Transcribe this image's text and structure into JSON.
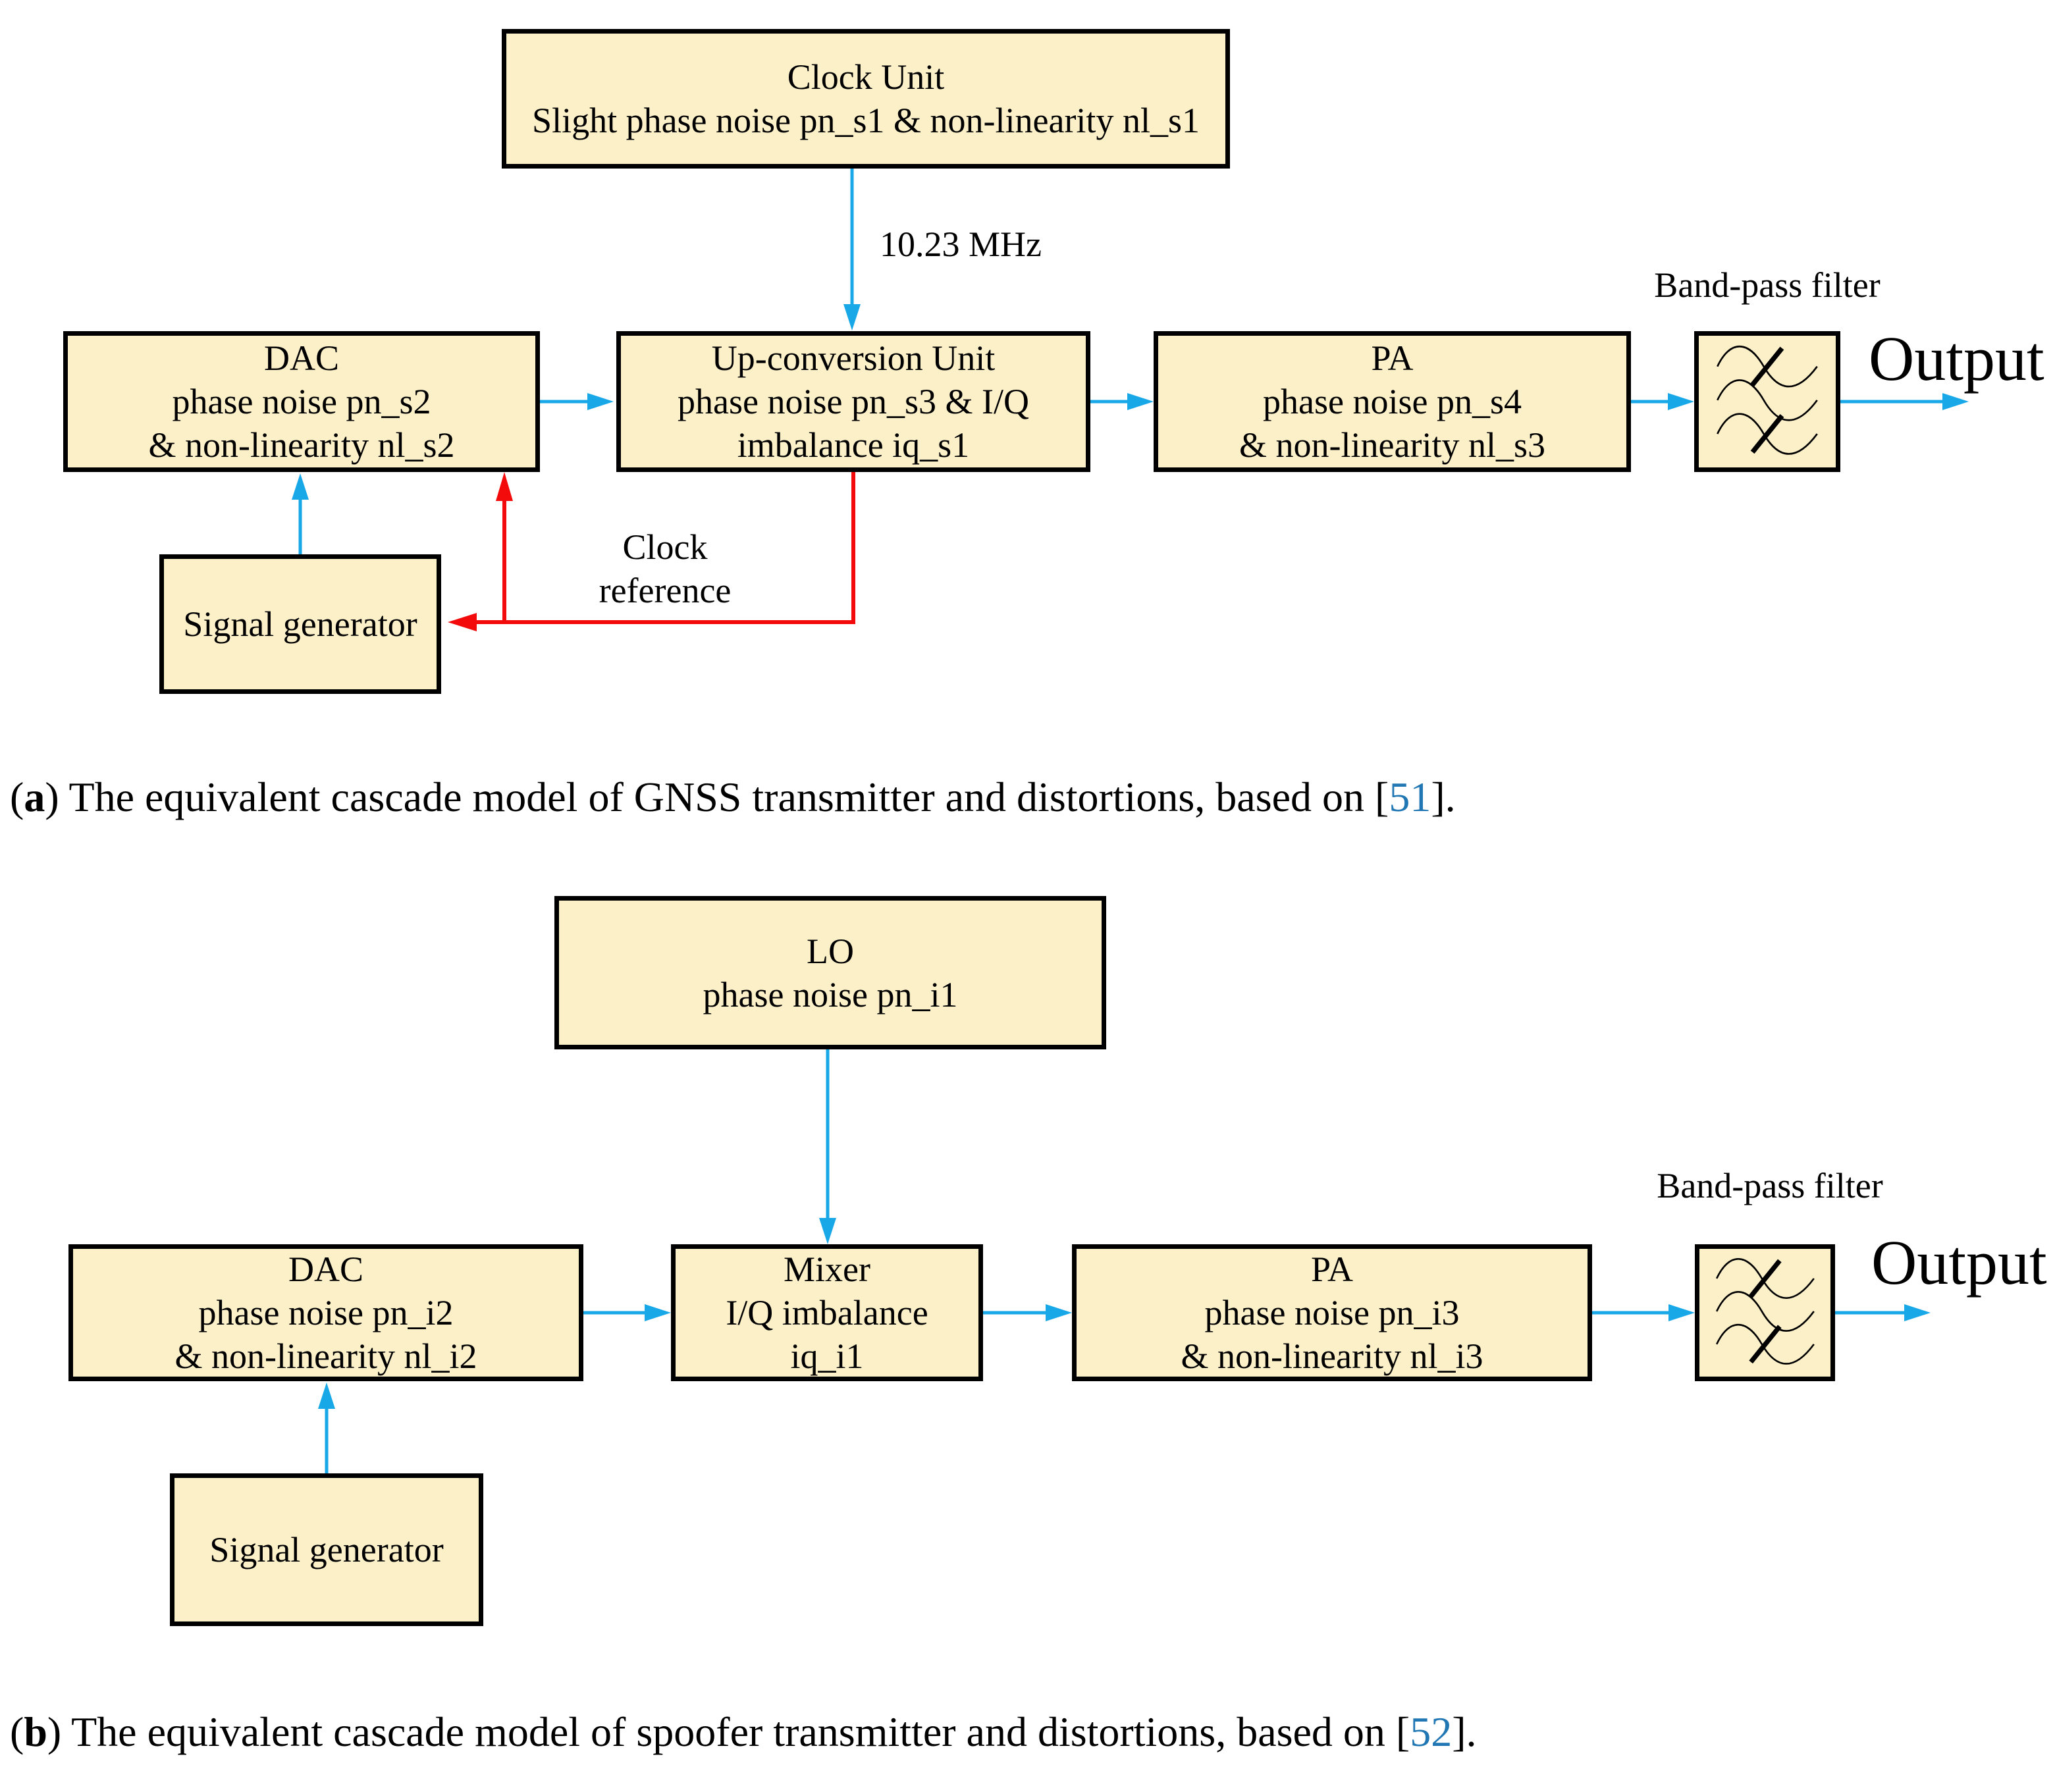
{
  "colors": {
    "box_fill": "#FCF0C9",
    "box_border": "#000000",
    "arrow_blue": "#18A8E8",
    "arrow_red": "#F30B0B",
    "cite_blue": "#2077B4",
    "ink": "#000000"
  },
  "diagram_a": {
    "clock_unit": {
      "line1": "Clock Unit",
      "line2": "Slight phase noise pn_s1 & non-linearity nl_s1"
    },
    "freq_label": "10.23 MHz",
    "dac": {
      "line1": "DAC",
      "line2": "phase noise pn_s2",
      "line3": "& non-linearity nl_s2"
    },
    "upconversion": {
      "line1": "Up-conversion Unit",
      "line2": "phase noise pn_s3 & I/Q",
      "line3": "imbalance iq_s1"
    },
    "pa": {
      "line1": "PA",
      "line2": "phase noise pn_s4",
      "line3": "& non-linearity nl_s3"
    },
    "bandpass_label": "Band-pass filter",
    "output_label": "Output",
    "signal_generator": "Signal generator",
    "clock_reference": {
      "line1": "Clock",
      "line2": "reference"
    },
    "caption": {
      "open": "(",
      "letter": "a",
      "body": ") The equivalent cascade model of GNSS transmitter and distortions, based on [",
      "cite": "51",
      "close": "]."
    }
  },
  "diagram_b": {
    "lo": {
      "line1": "LO",
      "line2": "phase noise pn_i1"
    },
    "dac": {
      "line1": "DAC",
      "line2": "phase noise pn_i2",
      "line3": "& non-linearity nl_i2"
    },
    "mixer": {
      "line1": "Mixer",
      "line2": "I/Q imbalance",
      "line3": "iq_i1"
    },
    "pa": {
      "line1": "PA",
      "line2": "phase noise pn_i3",
      "line3": "& non-linearity nl_i3"
    },
    "bandpass_label": "Band-pass filter",
    "output_label": "Output",
    "signal_generator": "Signal generator",
    "caption": {
      "open": "(",
      "letter": "b",
      "body": ") The equivalent cascade model of spoofer transmitter and distortions, based on [",
      "cite": "52",
      "close": "]."
    }
  }
}
